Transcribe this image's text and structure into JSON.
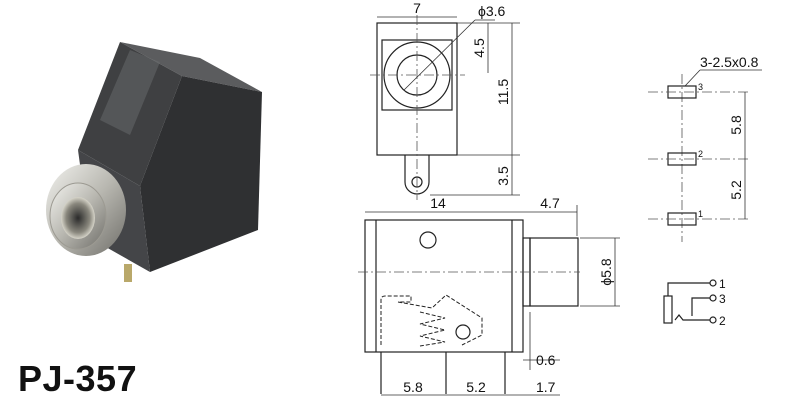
{
  "product": {
    "model": "PJ-357"
  },
  "top_view": {
    "width": "7",
    "hole_diameter": "ϕ3.6",
    "hole_offset": "4.5",
    "body_height": "11.5",
    "tab_length": "3.5"
  },
  "side_view": {
    "length": "14",
    "barrel_length": "4.7",
    "barrel_diameter": "ϕ5.8",
    "edge_gap": "0.6",
    "pin_pitch_1": "5.8",
    "pin_pitch_2": "5.2",
    "end_offset": "1.7"
  },
  "footprint": {
    "pad_spec": "3-2.5x0.8",
    "pitch_upper": "5.8",
    "pitch_lower": "5.2",
    "pad_labels": [
      "3",
      "2",
      "1"
    ]
  },
  "schematic": {
    "pin_labels": [
      "1",
      "3",
      "2"
    ]
  },
  "colors": {
    "body": "#3a3b3d",
    "metal": "#c9c9c4",
    "line": "#222222"
  }
}
